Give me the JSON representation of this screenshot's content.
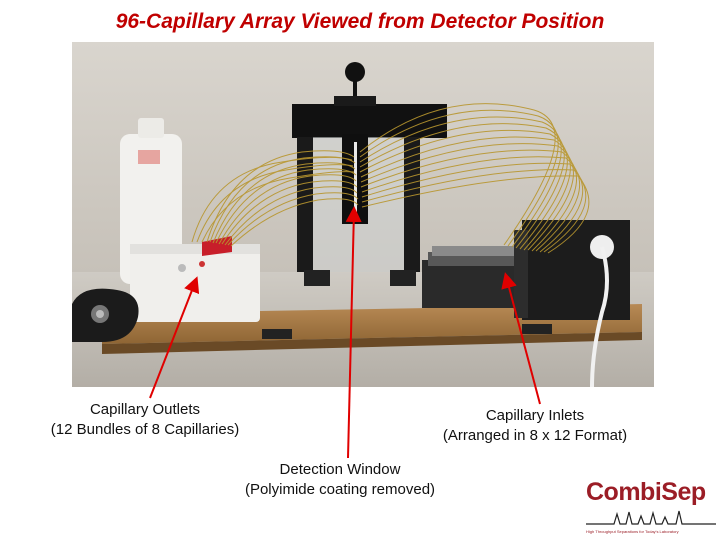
{
  "title": "96-Capillary Array Viewed from Detector Position",
  "captions": {
    "outlets": {
      "line1": "Capillary Outlets",
      "line2": "(12 Bundles of 8 Capillaries)"
    },
    "inlets": {
      "line1": "Capillary Inlets",
      "line2": "(Arranged in 8 x 12 Format)"
    },
    "window": {
      "line1": "Detection Window",
      "line2": "(Polyimide coating removed)"
    }
  },
  "logo": {
    "name": "CombiSep",
    "tagline": "High Throughput Separations for Today's Laboratory"
  },
  "colors": {
    "title": "#c00000",
    "arrow": "#e00000",
    "logo": "#9b1d26",
    "capillary": "#b8962e"
  }
}
